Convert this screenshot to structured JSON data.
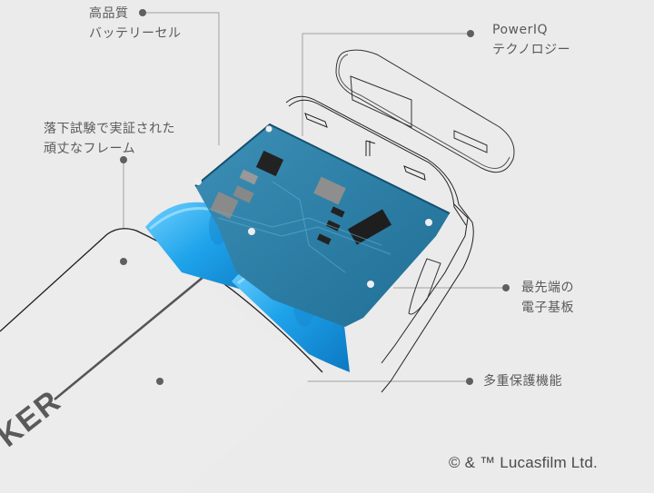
{
  "callouts": {
    "battery": {
      "line1": "高品質",
      "line2": "バッテリーセル"
    },
    "poweriq": {
      "line1": "PowerIQ",
      "line2": "テクノロジー"
    },
    "frame": {
      "line1": "落下試験で実証された",
      "line2": "頑丈なフレーム"
    },
    "pcb": {
      "line1": "最先端の",
      "line2": "電子基板"
    },
    "protection": {
      "line1": "多重保護機能"
    }
  },
  "brand_text": "KER",
  "copyright": "© & ™ Lucasfilm Ltd.",
  "colors": {
    "background": "#ebebeb",
    "label_text": "#5a5a5a",
    "leader_line": "#9a9a9a",
    "leader_dot": "#5f5f5f",
    "pcb_blue": "#2a7fa8",
    "battery_blue": "#2aa6e6",
    "outline": "#1e1e1e"
  }
}
